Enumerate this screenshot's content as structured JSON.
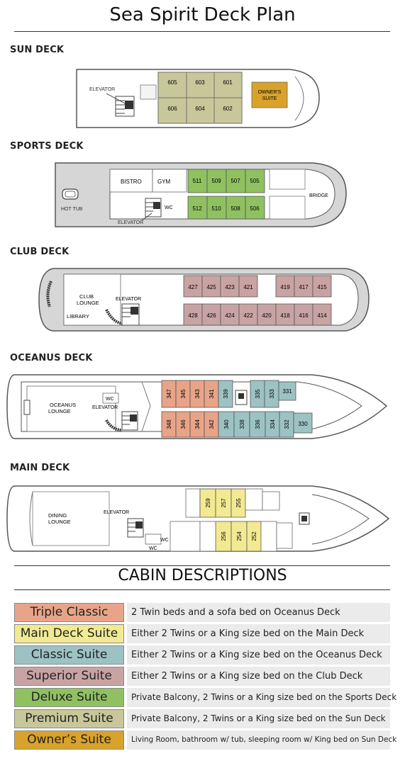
{
  "title": "Sea Spirit Deck Plan",
  "decks": {
    "sun": {
      "label": "SUN DECK",
      "cabins_top": [
        "605",
        "603",
        "601"
      ],
      "cabins_bottom": [
        "606",
        "604",
        "602"
      ],
      "owners": "OWNER'S",
      "owners2": "SUITE",
      "elevator": "ELEVATOR"
    },
    "sports": {
      "label": "SPORTS DECK",
      "cabins_top": [
        "511",
        "509",
        "507",
        "505"
      ],
      "cabins_bottom": [
        "512",
        "510",
        "508",
        "506"
      ],
      "bistro": "BISTRO",
      "gym": "GYM",
      "hot_tub": "HOT TUB",
      "wc": "WC",
      "bridge": "BRIDGE",
      "elevator": "ELEVATOR"
    },
    "club": {
      "label": "CLUB DECK",
      "cabins_top": [
        "427",
        "425",
        "423",
        "421",
        "419",
        "417",
        "415"
      ],
      "cabins_bottom": [
        "428",
        "426",
        "424",
        "422",
        "420",
        "418",
        "416",
        "414"
      ],
      "club": "CLUB",
      "lounge": "LOUNGE",
      "library": "LIBRARY",
      "elevator": "ELEVATOR"
    },
    "oceanus": {
      "label": "OCEANUS DECK",
      "cabins_top": [
        "347",
        "345",
        "343",
        "341",
        "339",
        "335",
        "333",
        "331"
      ],
      "cabins_bottom": [
        "348",
        "346",
        "344",
        "342",
        "340",
        "338",
        "336",
        "334",
        "332",
        "330"
      ],
      "oceanus": "OCEANUS",
      "lounge": "LOUNGE",
      "wc": "WC",
      "elevator": "ELEVATOR"
    },
    "main": {
      "label": "MAIN DECK",
      "cabins_top": [
        "259",
        "257",
        "255"
      ],
      "cabins_bottom": [
        "256",
        "254",
        "252"
      ],
      "dining": "DINING",
      "lounge": "LOUNGE",
      "wc1": "WC",
      "wc2": "WC",
      "elevator": "ELEVATOR"
    }
  },
  "cabin_section_title": "CABIN DESCRIPTIONS",
  "cabin_types": [
    {
      "name": "Triple Classic",
      "desc": "2 Twin beds and a sofa bed on Oceanus Deck",
      "color": "#e8a488"
    },
    {
      "name": "Main Deck Suite",
      "desc": "Either 2 Twins or a King size bed on the Main Deck",
      "color": "#f2ea92"
    },
    {
      "name": "Classic Suite",
      "desc": "Either 2 Twins or a King size bed on the Oceanus Deck",
      "color": "#9dc2c3"
    },
    {
      "name": "Superior Suite",
      "desc": "Either 2 Twins or a King size bed on the Club Deck",
      "color": "#c9a3a3"
    },
    {
      "name": "Deluxe Suite",
      "desc": "Private Balcony, 2 Twins or a King size bed on the Sports Deck",
      "color": "#8fc161"
    },
    {
      "name": "Premium Suite",
      "desc": "Private Balcony, 2 Twins or a King size bed on the Sun Deck",
      "color": "#c8c79a"
    },
    {
      "name": "Owner’s Suite",
      "desc": "Living Room, bathroom w/ tub, sleeping room w/ King bed on Sun Deck",
      "color": "#d9a22b"
    }
  ]
}
